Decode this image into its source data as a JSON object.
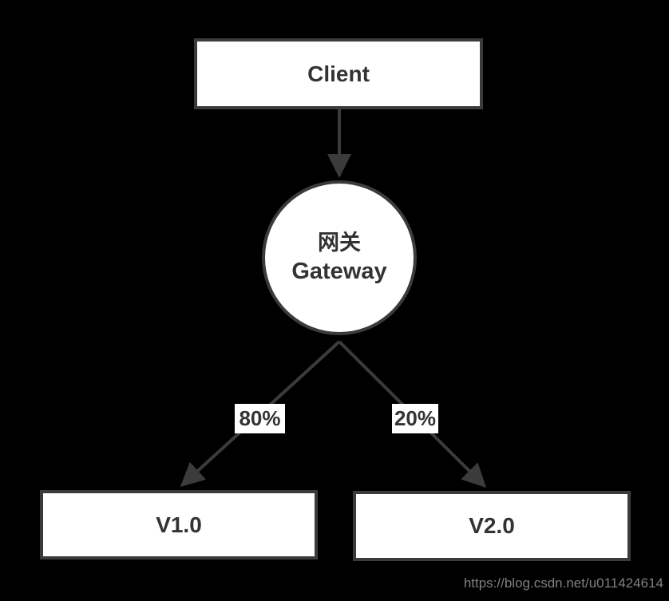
{
  "diagram": {
    "background_color": "#000000",
    "stroke_color": "#3b3b3b",
    "node_fill_color": "#ffffff",
    "text_color": "#333333",
    "nodes": {
      "client": {
        "label": "Client",
        "shape": "rectangle"
      },
      "gateway": {
        "label_zh": "网关",
        "label_en": "Gateway",
        "shape": "circle"
      },
      "v1": {
        "label": "V1.0",
        "shape": "rectangle"
      },
      "v2": {
        "label": "V2.0",
        "shape": "rectangle"
      }
    },
    "edges": [
      {
        "from": "client",
        "to": "gateway",
        "label": ""
      },
      {
        "from": "gateway",
        "to": "v1",
        "label": "80%"
      },
      {
        "from": "gateway",
        "to": "v2",
        "label": "20%"
      }
    ]
  },
  "watermark": {
    "text": "https://blog.csdn.net/u011424614",
    "color": "#808080"
  }
}
